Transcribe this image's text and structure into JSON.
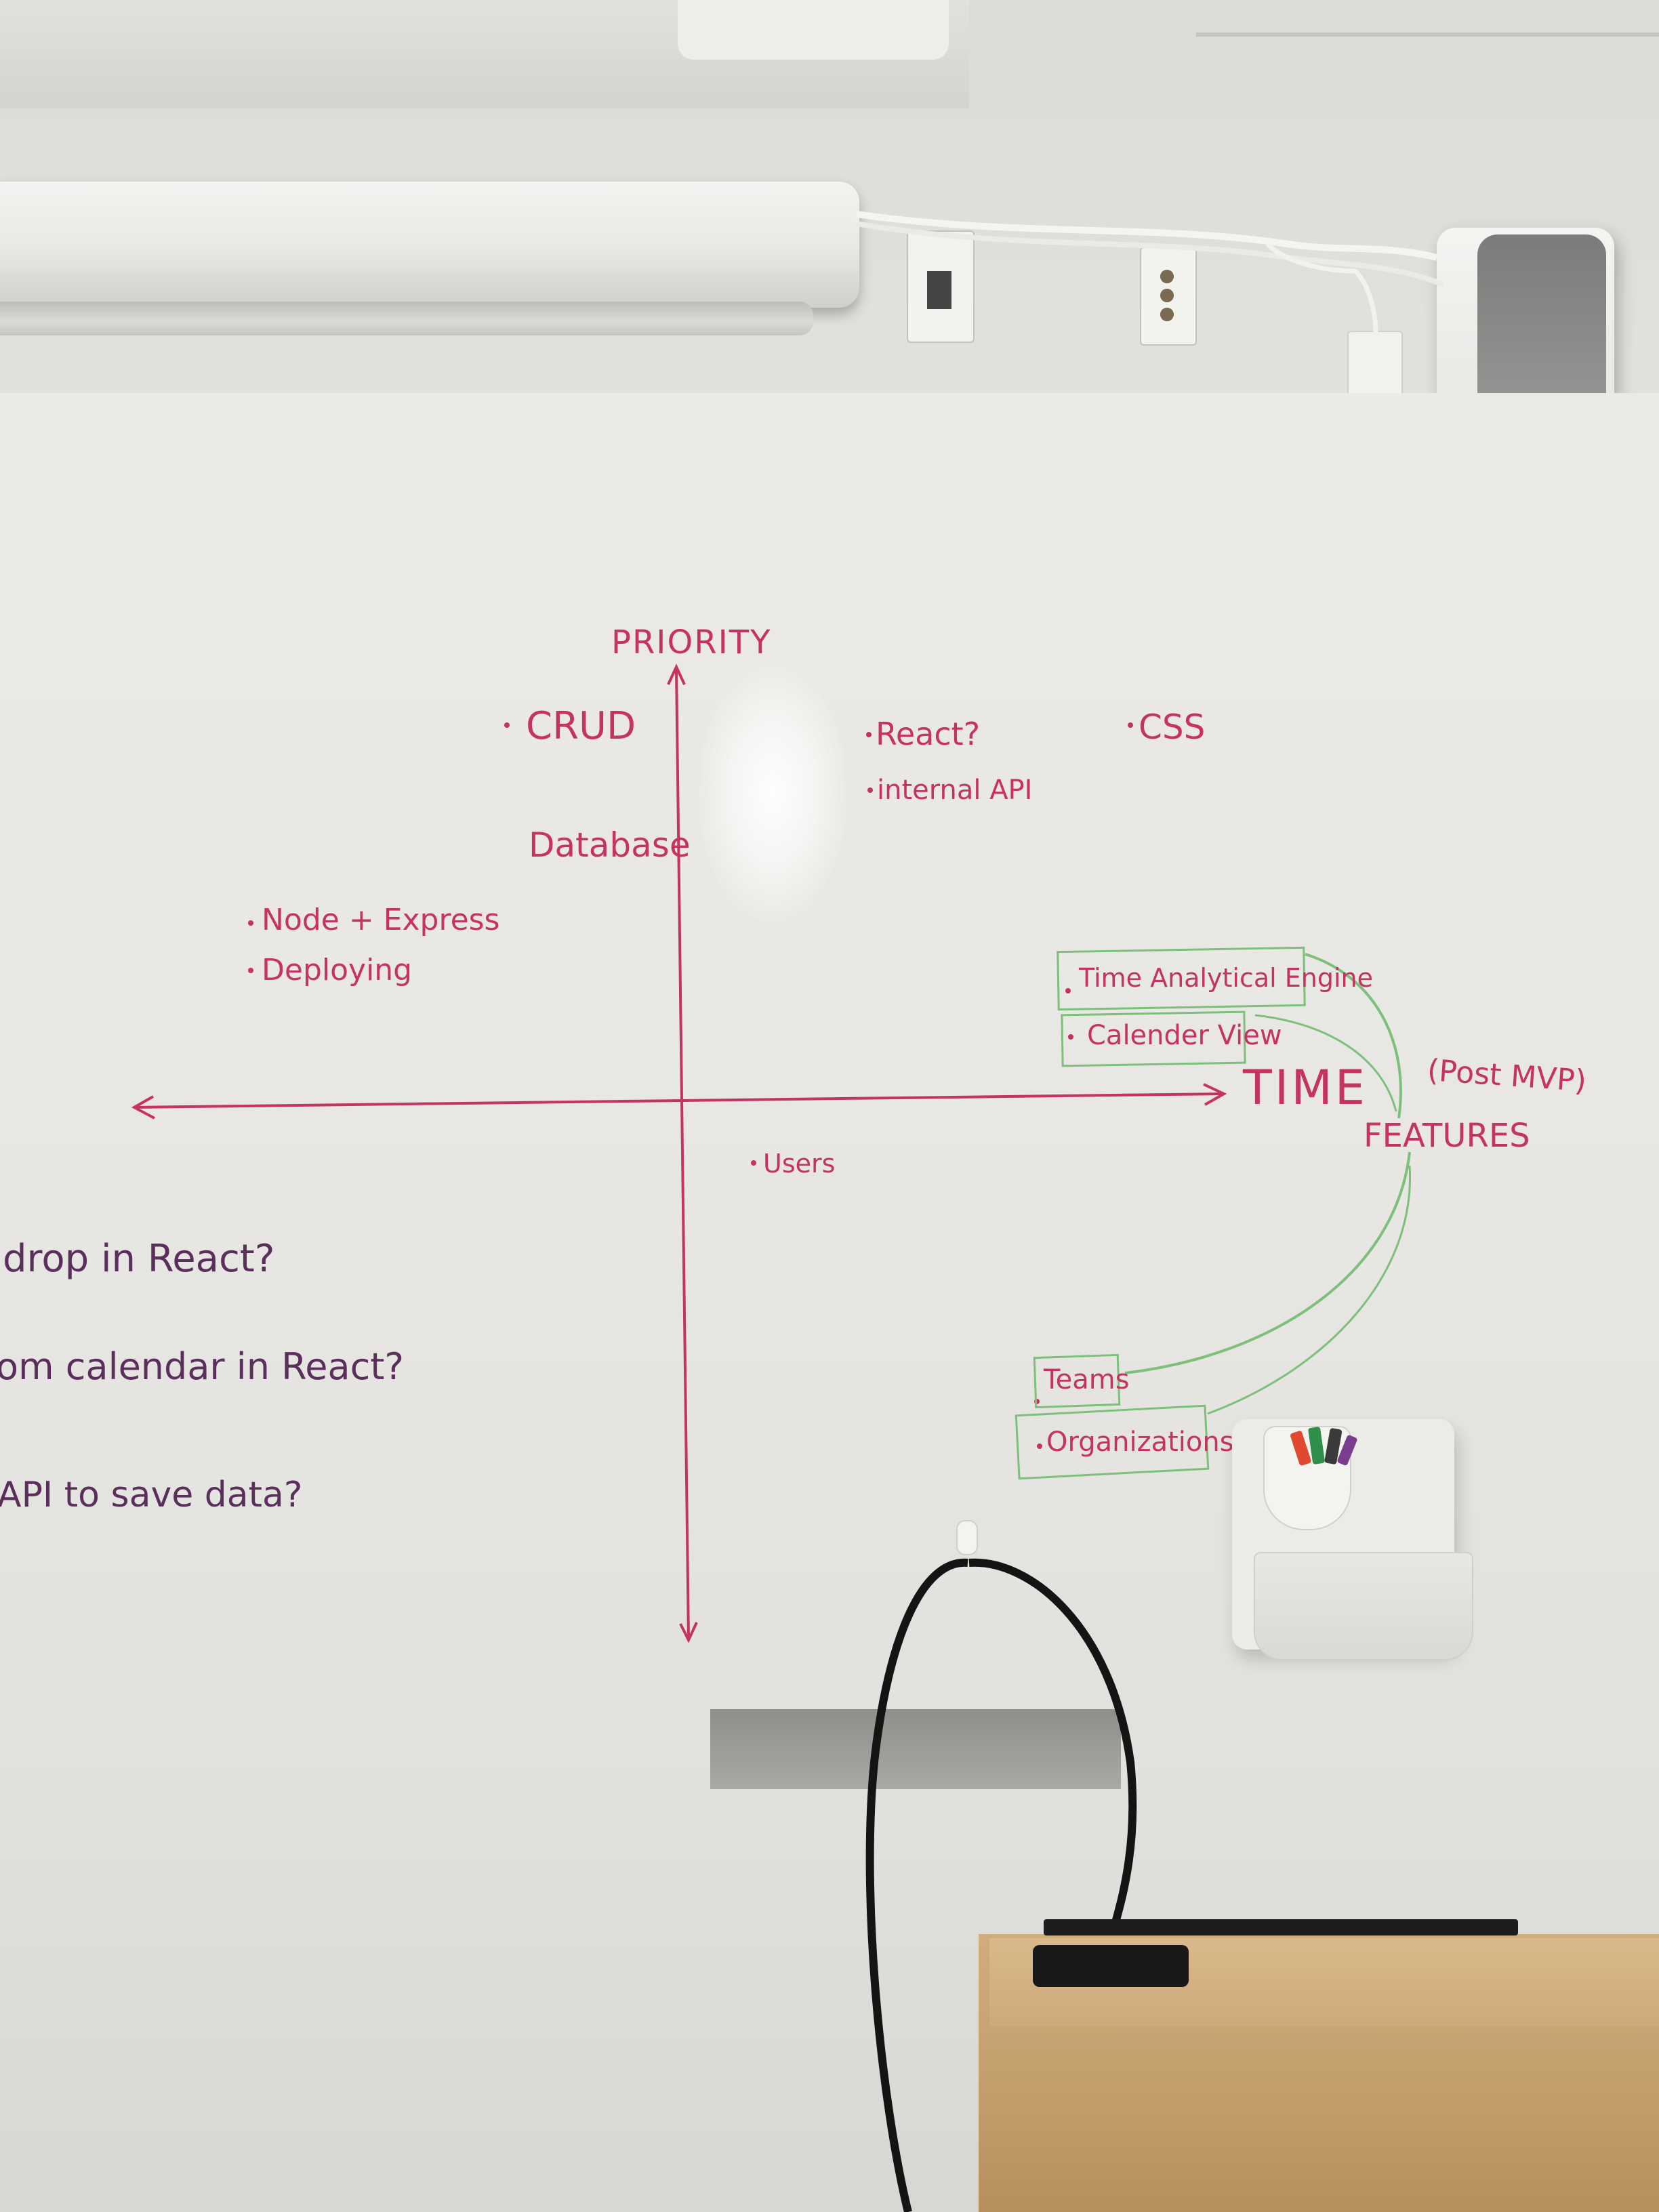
{
  "scene": {
    "colors": {
      "marker_red": "#c4345c",
      "marker_green": "#7cc07c",
      "marker_purple": "#5a2f5c",
      "whiteboard": "#e8e7e3",
      "cabinet_wood": "#c9a572"
    },
    "icons": [
      "electrical-outlet-icon",
      "speaker-icon",
      "marker-cup-icon",
      "remote-icon"
    ]
  },
  "whiteboard": {
    "y_axis_label": "PRIORITY",
    "x_axis_label": "TIME",
    "quadrant_items": {
      "top_left": [
        "CRUD",
        "Database",
        "Node + Express",
        "Deploying"
      ],
      "top_right": [
        "React?",
        "internal API",
        "CSS"
      ],
      "bottom_right": [
        "Users"
      ]
    },
    "features_label": "FEATURES",
    "post_mvp_label": "(Post MVP)",
    "feature_items": [
      "Time Analytical Engine",
      "Calender View",
      "Teams",
      "Organizations"
    ],
    "left_questions": [
      "drop in React?",
      "om calendar in React?",
      "API to save data?"
    ]
  }
}
